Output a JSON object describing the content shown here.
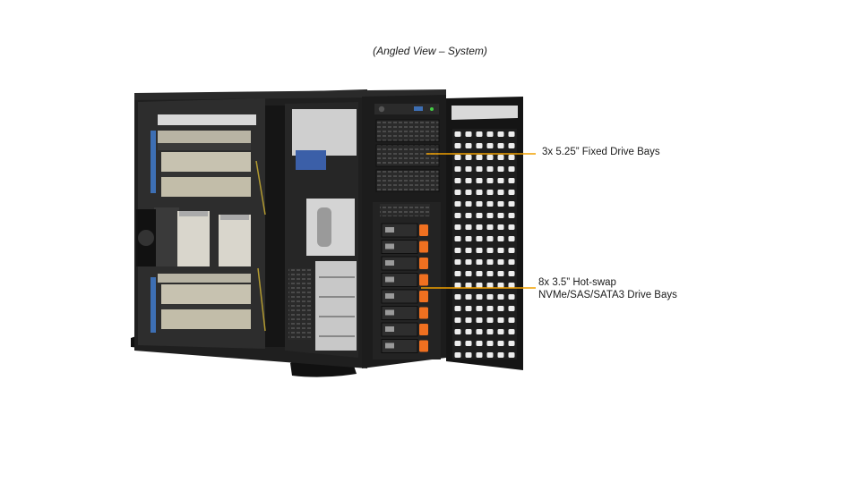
{
  "caption": "(Angled View – System)",
  "callouts": [
    {
      "text": "3x 5.25” Fixed Drive Bays"
    },
    {
      "line1": "8x 3.5” Hot-swap",
      "line2": "NVMe/SAS/SATA3 Drive Bays"
    }
  ],
  "colors": {
    "leader": "#f0a000",
    "drive_latch": "#f07020",
    "chassis": "#1c1c1c",
    "background": "#ffffff"
  },
  "drive_bays": {
    "fixed_5_25": 3,
    "hot_swap_3_5": 8
  }
}
